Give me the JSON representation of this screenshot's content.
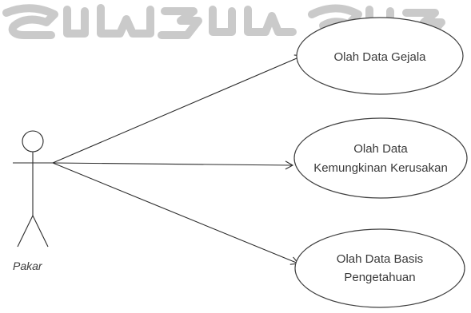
{
  "actor": {
    "label": "Pakar"
  },
  "use_cases": [
    {
      "lines": [
        "Olah Data Gejala"
      ]
    },
    {
      "lines": [
        "Olah Data",
        "Kemungkinan Kerusakan"
      ]
    },
    {
      "lines": [
        "Olah Data Basis",
        "Pengetahuan"
      ]
    }
  ]
}
